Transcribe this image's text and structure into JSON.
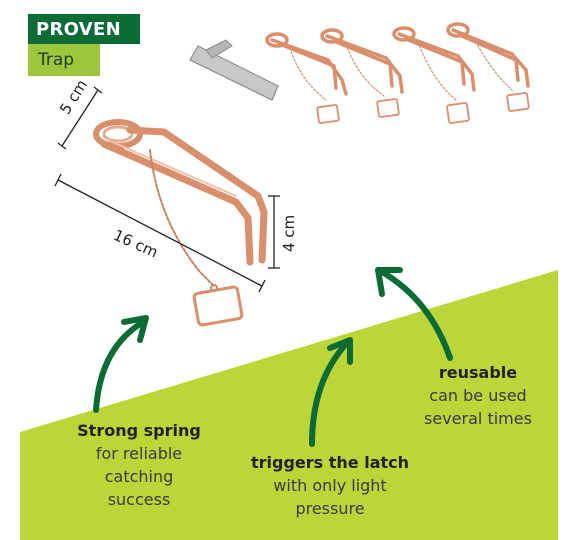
{
  "badges": {
    "proven": "PROVEN",
    "trap": "Trap"
  },
  "dimensions": {
    "width": "5 cm",
    "length": "16 cm",
    "height": "4 cm"
  },
  "features": {
    "spring": {
      "title": "Strong spring",
      "text_line1": "for reliable",
      "text_line2": "catching",
      "text_line3": "success"
    },
    "latch": {
      "title": "triggers the latch",
      "text_line1": "with only light",
      "text_line2": "pressure"
    },
    "reusable": {
      "title": "reusable",
      "text_line1": "can be used",
      "text_line2": "several times"
    }
  },
  "colors": {
    "green_dark": "#0b6b34",
    "green_light": "#9cc63c",
    "copper": "#d98e6c"
  }
}
